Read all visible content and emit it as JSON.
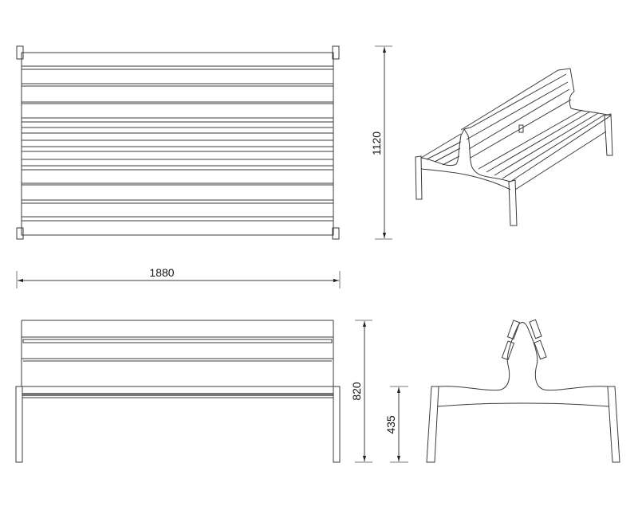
{
  "dimensions": {
    "width": "1880",
    "depth": "1120",
    "height": "820",
    "seat_height": "435"
  },
  "colors": {
    "line": "#3a3a3a",
    "background": "#ffffff"
  }
}
